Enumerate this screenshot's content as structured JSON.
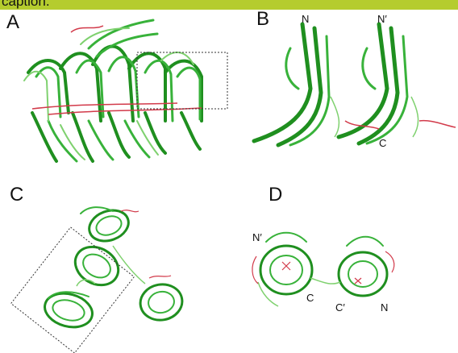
{
  "caption_fragment": "caption.",
  "panels": {
    "A": {
      "letter": "A"
    },
    "B": {
      "letter": "B",
      "labels": [
        "N",
        "N′",
        "C"
      ]
    },
    "C": {
      "letter": "C"
    },
    "D": {
      "letter": "D",
      "labels": [
        "N′",
        "C",
        "C′",
        "N"
      ]
    }
  },
  "colors": {
    "header_bar": "#b5cc2e",
    "strand_dark": "#1f8f1f",
    "strand_mid": "#38b23a",
    "strand_light": "#7fd16f",
    "loop_red": "#d23a4a",
    "dotted_box": "#333333"
  }
}
